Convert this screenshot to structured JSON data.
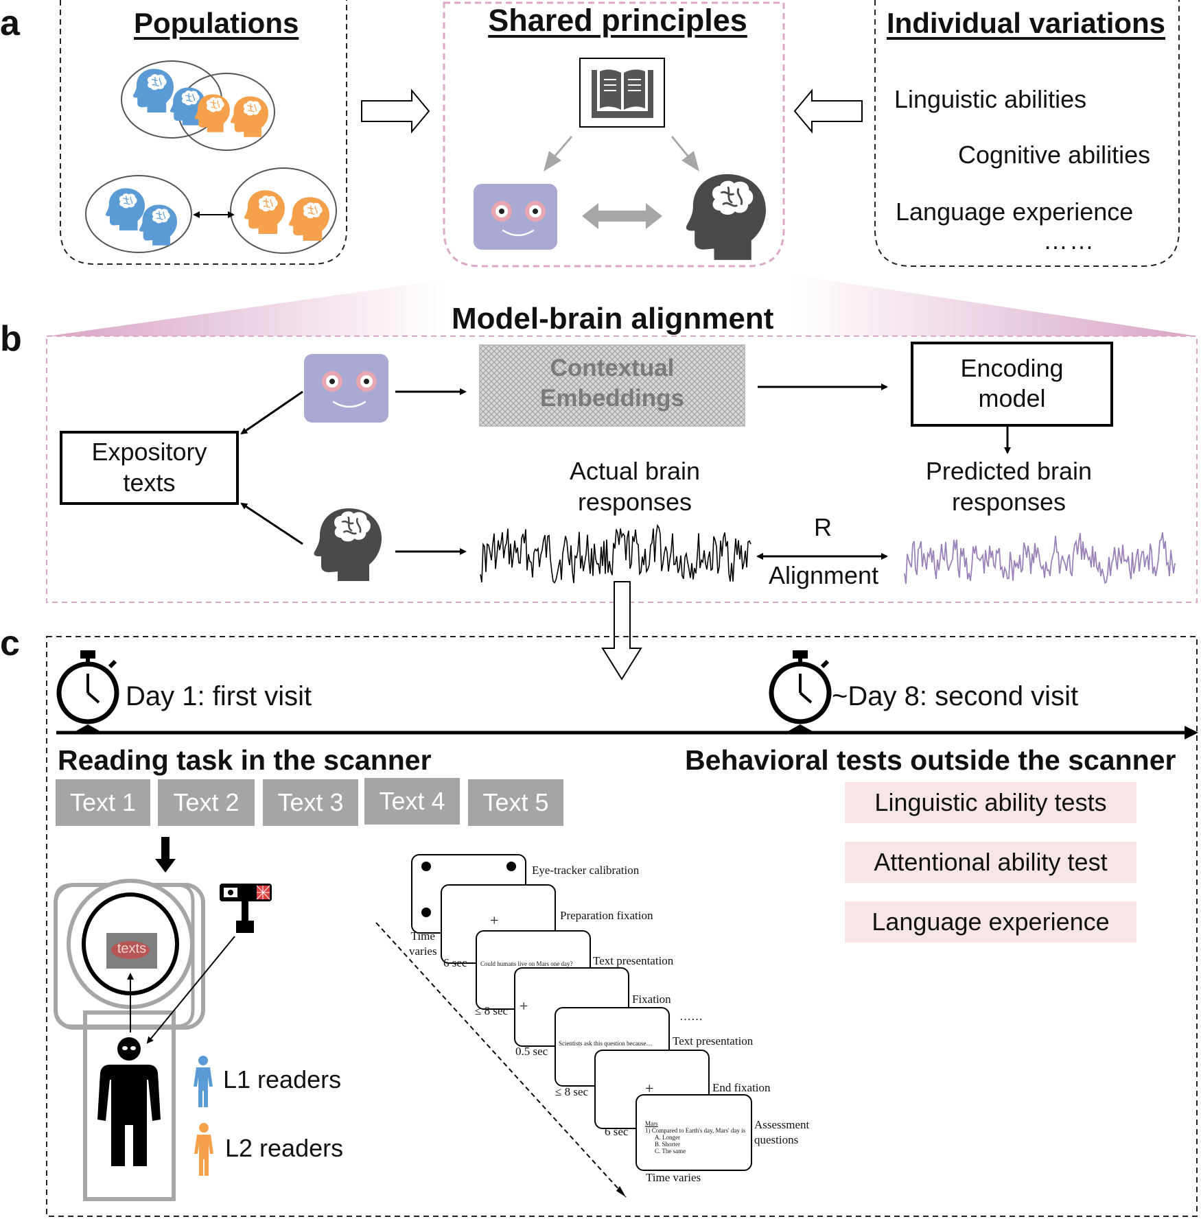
{
  "panel_labels": {
    "a": "a",
    "b": "b",
    "c": "c"
  },
  "panel_a": {
    "populations_title": "Populations",
    "shared_title": "Shared principles",
    "individual_title": "Individual variations",
    "variations": [
      "Linguistic abilities",
      "Cognitive abilities",
      "Language experience",
      "……"
    ]
  },
  "panel_b": {
    "title": "Model-brain alignment",
    "contextual_embeddings": [
      "Contextual",
      "Embeddings"
    ],
    "encoding_model": [
      "Encoding",
      "model"
    ],
    "expository_texts": [
      "Expository",
      "texts"
    ],
    "actual_responses": [
      "Actual brain",
      "responses"
    ],
    "predicted_responses": [
      "Predicted brain",
      "responses"
    ],
    "r_label": "R",
    "alignment_label": "Alignment"
  },
  "panel_c": {
    "day1": "Day 1: first visit",
    "day8": "~Day 8: second visit",
    "reading_task": "Reading task in the scanner",
    "behavioral_tests": "Behavioral tests outside the scanner",
    "texts": [
      "Text 1",
      "Text 2",
      "Text 3",
      "Text 4",
      "Text 5"
    ],
    "tests": [
      "Linguistic ability tests",
      "Attentional ability test",
      "Language experience"
    ],
    "scanner_screen_text": "texts",
    "l1_readers": "L1 readers",
    "l2_readers": "L2 readers",
    "trial": {
      "eye_tracker": "Eye-tracker calibration",
      "prep_fixation": "Preparation fixation",
      "text_presentation_1": "Text presentation",
      "fixation": "Fixation",
      "ellipsis": "……",
      "text_presentation_2": "Text presentation",
      "end_fixation": "End fixation",
      "assessment": [
        "Assessment",
        "questions"
      ],
      "time_varies_1": [
        "Time",
        "varies"
      ],
      "sec6_a": "6 sec",
      "sec8_a": "≤ 8 sec",
      "sec05": "0.5 sec",
      "sec8_b": "≤ 8 sec",
      "sec6_b": "6 sec",
      "time_varies_2": "Time varies",
      "card3_text": "Could humans live on Mars one day?",
      "card5_text": "Scientists ask this question because…",
      "card7_lines": [
        "Mars",
        "1) Compared to Earth's day, Mars' day is",
        "A. Longer",
        "B. Shorter",
        "C. The same"
      ],
      "plus": "+"
    }
  },
  "colors": {
    "blue_head": "#5b9bd5",
    "orange_head": "#f5a04a",
    "pink_dash": "#dba6c7",
    "robot_face": "#a9a9d3",
    "purple_signal": "#9a82b8",
    "pink_box": "#f8e6e6",
    "gray_text_box": "#a5a5a5"
  }
}
